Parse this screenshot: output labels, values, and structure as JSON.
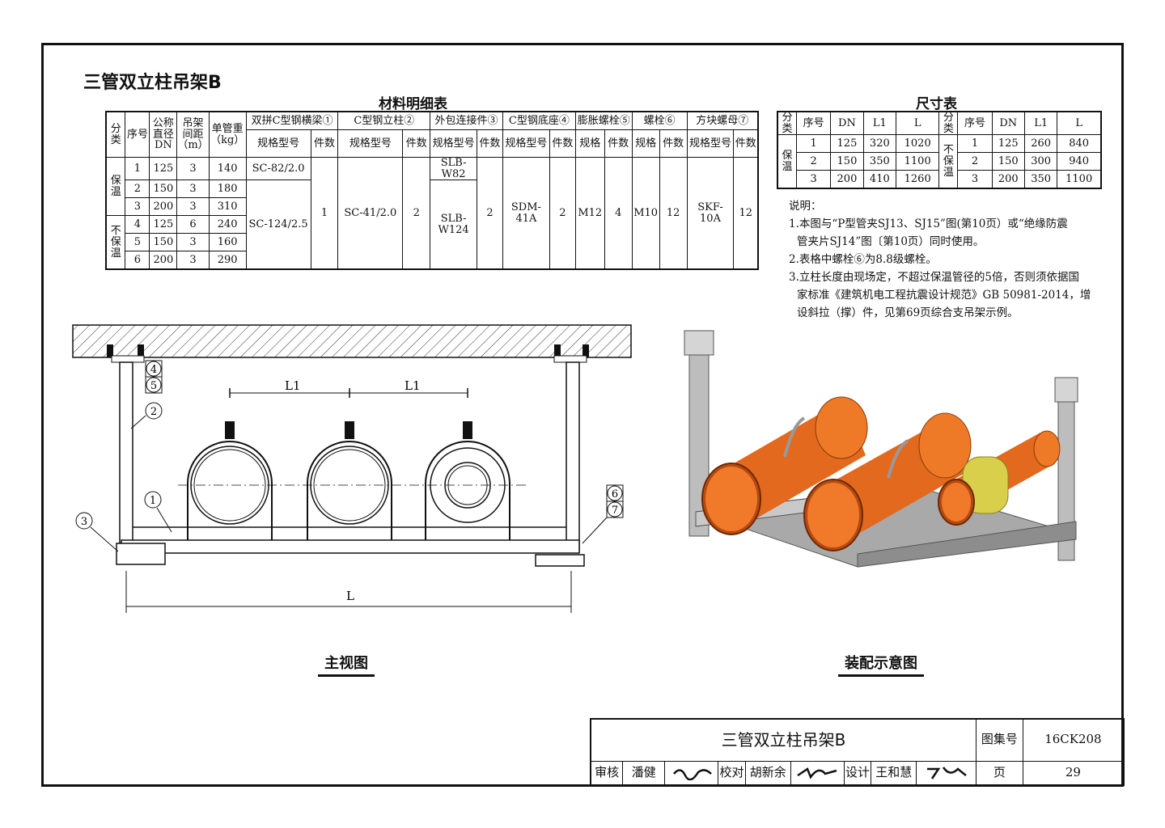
{
  "page_title": "三管双立柱吊架B",
  "material_table": {
    "caption": "材料明细表",
    "head": {
      "category": "分类",
      "seq": "序号",
      "dn": "公称直径DN",
      "spacing": "吊架间距（m）",
      "weight": "单管重（kg）",
      "groups": [
        "双拼C型钢横梁①",
        "C型钢立柱②",
        "外包连接件③",
        "C型钢底座④",
        "膨胀螺栓⑤",
        "螺栓⑥",
        "方块螺母⑦"
      ],
      "spec": "规格型号",
      "spec_short": "规格",
      "qty": "件数"
    },
    "cat_insulated": "保温",
    "cat_uninsulated": "不保温",
    "rows": [
      {
        "seq": "1",
        "dn": "125",
        "spacing": "3",
        "weight": "140"
      },
      {
        "seq": "2",
        "dn": "150",
        "spacing": "3",
        "weight": "180"
      },
      {
        "seq": "3",
        "dn": "200",
        "spacing": "3",
        "weight": "310"
      },
      {
        "seq": "4",
        "dn": "125",
        "spacing": "6",
        "weight": "240"
      },
      {
        "seq": "5",
        "dn": "150",
        "spacing": "3",
        "weight": "160"
      },
      {
        "seq": "6",
        "dn": "200",
        "spacing": "3",
        "weight": "290"
      }
    ],
    "beam_spec_1": "SC-82/2.0",
    "beam_spec_2": "SC-124/2.5",
    "beam_qty": "1",
    "column_spec": "SC-41/2.0",
    "column_qty": "2",
    "connector_spec_1": "SLB-W82",
    "connector_spec_2": "SLB-W124",
    "connector_qty": "2",
    "base_spec": "SDM-41A",
    "base_qty": "2",
    "anchor_spec": "M12",
    "anchor_qty": "4",
    "bolt_spec": "M10",
    "bolt_qty": "12",
    "nut_spec": "SKF-10A",
    "nut_qty": "12"
  },
  "dim_table": {
    "caption": "尺寸表",
    "head": [
      "分类",
      "序号",
      "DN",
      "L1",
      "L"
    ],
    "cat_insulated": "保温",
    "cat_uninsulated": "不保温",
    "left_rows": [
      {
        "seq": "1",
        "dn": "125",
        "l1": "320",
        "l": "1020"
      },
      {
        "seq": "2",
        "dn": "150",
        "l1": "350",
        "l": "1100"
      },
      {
        "seq": "3",
        "dn": "200",
        "l1": "410",
        "l": "1260"
      }
    ],
    "right_rows": [
      {
        "seq": "1",
        "dn": "125",
        "l1": "260",
        "l": "840"
      },
      {
        "seq": "2",
        "dn": "150",
        "l1": "300",
        "l": "940"
      },
      {
        "seq": "3",
        "dn": "200",
        "l1": "350",
        "l": "1100"
      }
    ]
  },
  "notes": {
    "title": "说明：",
    "lines": [
      "1.本图与“P型管夹SJ13、SJ15”图(第10页）或“绝缘防震",
      "管夹片SJ14”图〔第10页）同时使用。",
      "2.表格中螺栓⑥为8.8级螺栓。",
      "3.立柱长度由现场定，不超过保温管径的5倍，否则须依据国",
      "家标准《建筑机电工程抗震设计规范》GB 50981-2014，增",
      "设斜拉（撑）件，见第69页综合支吊架示例。"
    ]
  },
  "front_view": {
    "caption": "主视图",
    "label_l1": "L1",
    "label_l": "L",
    "callouts": [
      "1",
      "2",
      "3",
      "4",
      "5",
      "6",
      "7"
    ]
  },
  "assembly_view": {
    "caption": "装配示意图"
  },
  "colors": {
    "pipe": "#e2691d",
    "pipe_dark": "#b84a10",
    "insulation": "#d9cf4a",
    "steel": "#b9b9b9"
  },
  "title_block": {
    "title": "三管双立柱吊架B",
    "atlas_label": "图集号",
    "atlas_no": "16CK208",
    "review_label": "审核",
    "reviewer": "潘健",
    "check_label": "校对",
    "checker": "胡新余",
    "design_label": "设计",
    "designer": "王和慧",
    "page_label": "页",
    "page_no": "29"
  }
}
